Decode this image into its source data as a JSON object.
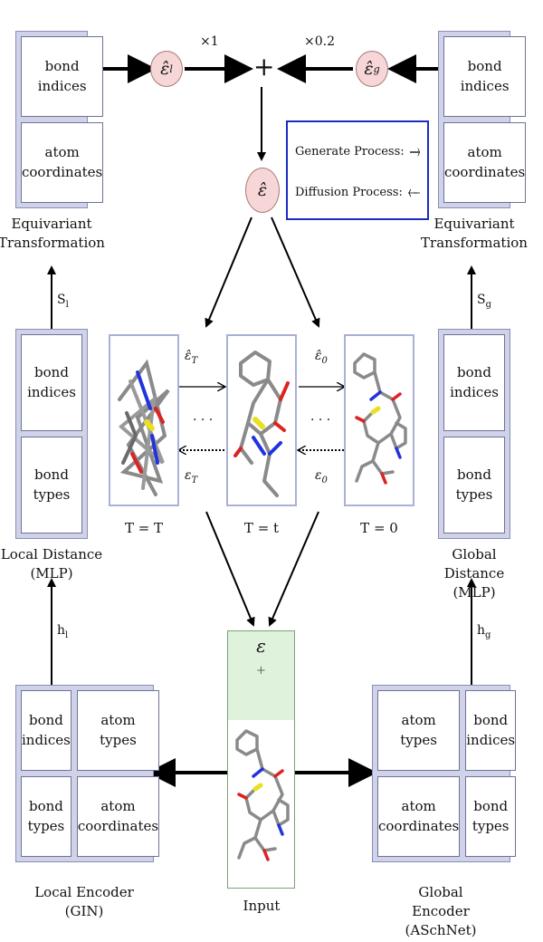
{
  "top": {
    "weight_local": "×1",
    "weight_global": "×0.2",
    "plus": "+",
    "eps_local_symbol": "ε̂",
    "eps_local_sub": "l",
    "eps_global_symbol": "ε̂",
    "eps_global_sub": "g",
    "eps_hat": "ε̂"
  },
  "legend": {
    "generate_label": "Generate Process:",
    "diffusion_label": "Diffusion Process:"
  },
  "left_column": {
    "equivariant": {
      "cells": [
        "bond\nindices",
        "atom\ncoordinates"
      ],
      "caption": "Equivariant\nTransformation"
    },
    "s_label": "S",
    "s_sub": "l",
    "distance": {
      "cells": [
        "bond\nindices",
        "bond\ntypes"
      ],
      "caption": "Local Distance\n(MLP)"
    },
    "h_label": "h",
    "h_sub": "l",
    "encoder": {
      "cells": [
        "bond\nindices",
        "atom\ntypes",
        "bond\ntypes",
        "atom\ncoordinates"
      ],
      "caption": "Local Encoder\n(GIN)"
    }
  },
  "right_column": {
    "equivariant": {
      "cells": [
        "bond\nindices",
        "atom\ncoordinates"
      ],
      "caption": "Equivariant\nTransformation"
    },
    "s_label": "S",
    "s_sub": "g",
    "distance": {
      "cells": [
        "bond\nindices",
        "bond\ntypes"
      ],
      "caption": "Global Distance\n(MLP)"
    },
    "h_label": "h",
    "h_sub": "g",
    "encoder": {
      "cells": [
        "atom\ntypes",
        "bond\nindices",
        "atom\ncoordinates",
        "bond\ntypes"
      ],
      "caption": "Global Encoder\n(ASchNet)"
    }
  },
  "middle": {
    "states": [
      "T = T",
      "T = t",
      "T = 0"
    ],
    "eps_T_hat": "ε̂",
    "eps_T_hat_sub": "T",
    "eps_0_hat": "ε̂",
    "eps_0_hat_sub": "0",
    "eps_T": "ε",
    "eps_T_sub": "T",
    "eps_0": "ε",
    "eps_0_sub": "0",
    "dots": "· · ·"
  },
  "input": {
    "eps": "ε",
    "plus": "+",
    "caption": "Input"
  },
  "colors": {
    "panel_fill": "#cfd2e8",
    "eps_circle_fill": "#f6d6d6",
    "legend_border": "#1a2bc4",
    "input_fill": "#dff3dc",
    "atom_carbon": "#7a7a7a",
    "atom_nitrogen": "#2233dd",
    "atom_oxygen": "#dd2222",
    "atom_sulfur": "#e8e020"
  }
}
